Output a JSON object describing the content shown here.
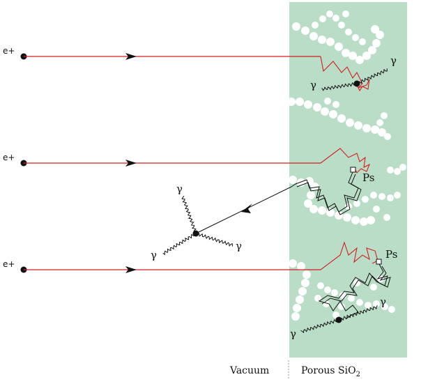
{
  "diagram": {
    "labels": {
      "positron": "e+",
      "gamma": "γ",
      "positronium": "Ps",
      "vacuum": "Vacuum",
      "porous_main": "Porous SiO",
      "porous_sub": "2"
    },
    "colors": {
      "material": "#b9ddc6",
      "pore": "#ffffff",
      "positron_track": "#d21f1f",
      "ps_track": "#111111",
      "photon": "#111111",
      "divider": "#999999"
    }
  }
}
